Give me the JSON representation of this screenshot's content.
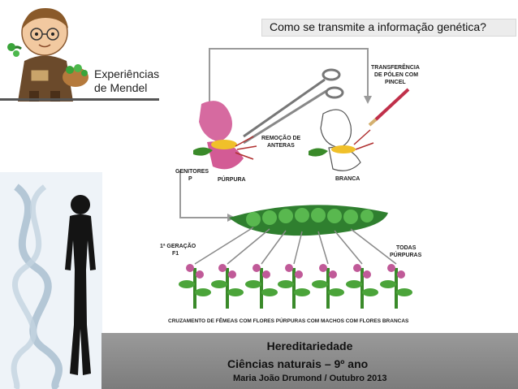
{
  "header": {
    "question": "Como se transmite a informação genética?"
  },
  "mendel": {
    "line1": "Experiências",
    "line2": "de Mendel"
  },
  "diagram": {
    "transfer_line1": "TRANSFERÊNCIA",
    "transfer_line2": "DE PÓLEN COM",
    "transfer_line3": "PINCEL",
    "removal_line1": "REMOÇÃO DE",
    "removal_line2": "ANTERAS",
    "parents_line1": "GENITORES",
    "parents_line2": "P",
    "purple": "PÚRPURA",
    "white": "BRANCA",
    "gen_line1": "1ª GERAÇÃO",
    "gen_line2": "F1",
    "all_line1": "TODAS",
    "all_line2": "PÚRPURAS",
    "cross_caption": "CRUZAMENTO DE FÊMEAS COM FLORES PÚRPURAS COM MACHOS COM FLORES BRANCAS"
  },
  "footer": {
    "title": "Hereditariedade",
    "subtitle": "Ciências naturais – 9º ano",
    "credit": "Maria João Drumond / Outubro 2013"
  },
  "colors": {
    "purple_petal": "#d66aa0",
    "pea_green": "#3f9a3a",
    "footer_gray": "#8a8a8a"
  }
}
